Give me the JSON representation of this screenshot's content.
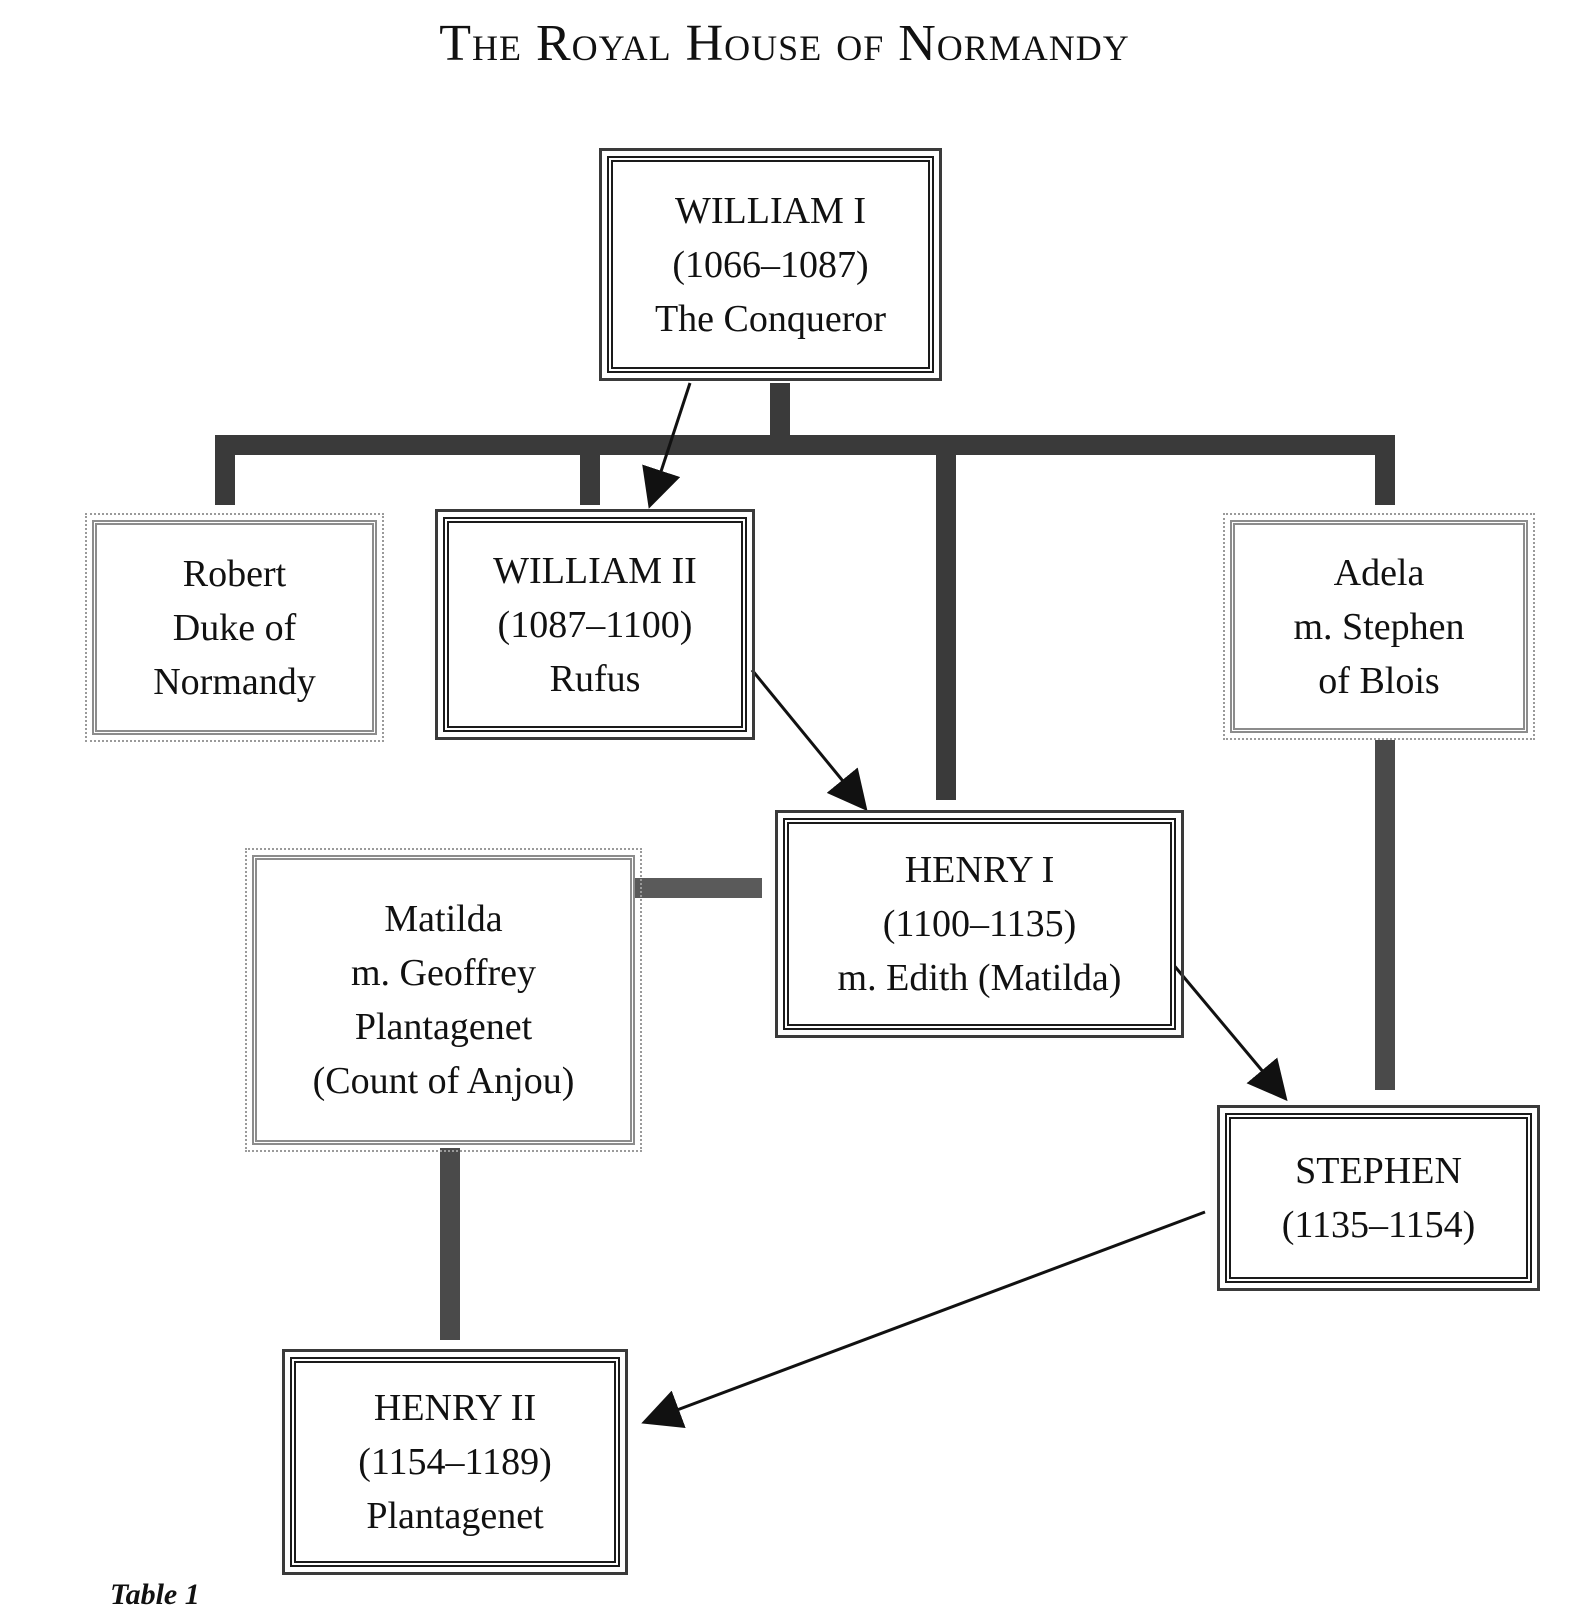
{
  "title": "The Royal House of Normandy",
  "footnote": "Table 1",
  "colors": {
    "monarch_frame": "#1a1a1a",
    "relative_frame": "#8c8c8c",
    "line": "#333333"
  },
  "nodes": {
    "william1": {
      "line1": "WILLIAM I",
      "line2": "(1066–1087)",
      "line3": "The Conqueror"
    },
    "robert": {
      "line1": "Robert",
      "line2": "Duke of",
      "line3": "Normandy"
    },
    "william2": {
      "line1": "WILLIAM II",
      "line2": "(1087–1100)",
      "line3": "Rufus"
    },
    "adela": {
      "line1": "Adela",
      "line2": "m. Stephen",
      "line3": "of Blois"
    },
    "henry1": {
      "line1": "HENRY I",
      "line2": "(1100–1135)",
      "line3": "m. Edith (Matilda)"
    },
    "matilda": {
      "line1": "Matilda",
      "line2": "m. Geoffrey",
      "line3": "Plantagenet",
      "line4": "(Count of Anjou)"
    },
    "stephen": {
      "line1": "STEPHEN",
      "line2": "(1135–1154)"
    },
    "henry2": {
      "line1": "HENRY II",
      "line2": "(1154–1189)",
      "line3": "Plantagenet"
    }
  }
}
